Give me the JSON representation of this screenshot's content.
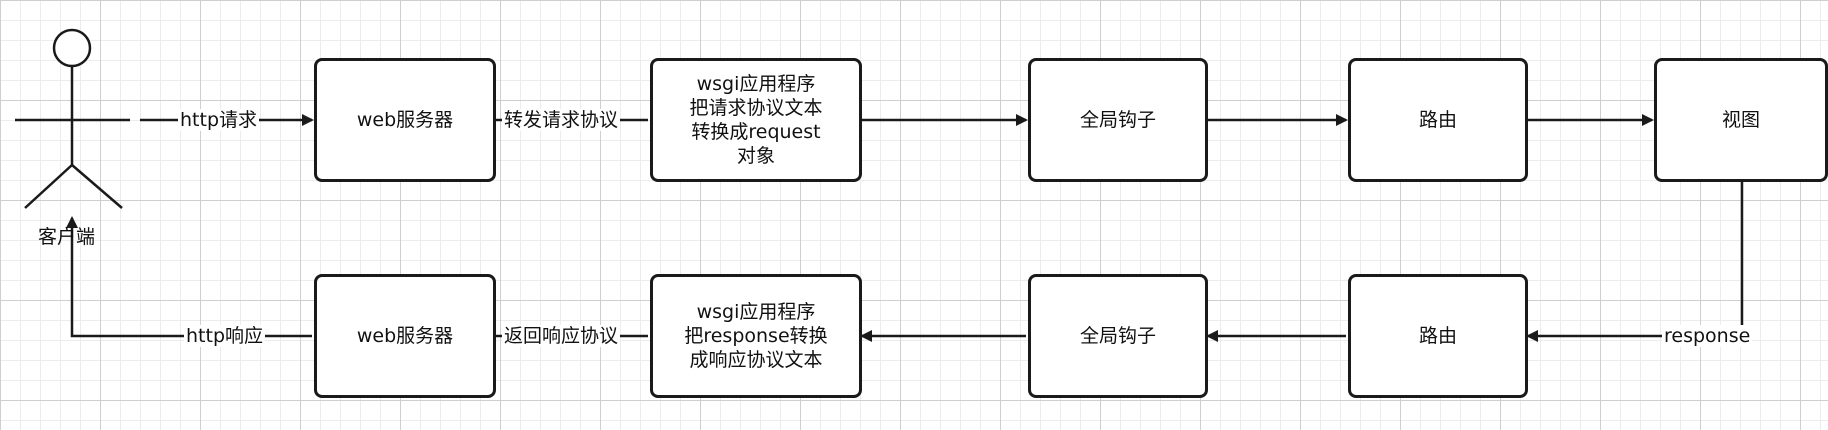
{
  "actor": {
    "label": "客户端"
  },
  "top_row": {
    "web_server": "web服务器",
    "wsgi": "wsgi应用程序\n把请求协议文本\n转换成request\n对象",
    "global_hooks": "全局钩子",
    "router": "路由",
    "view": "视图"
  },
  "bottom_row": {
    "web_server": "web服务器",
    "wsgi": "wsgi应用程序\n把response转换\n成响应协议文本",
    "global_hooks": "全局钩子",
    "router": "路由"
  },
  "edges": {
    "http_request": "http请求",
    "forward_request_protocol": "转发请求协议",
    "http_response": "http响应",
    "return_response_protocol": "返回响应协议",
    "response": "response"
  }
}
